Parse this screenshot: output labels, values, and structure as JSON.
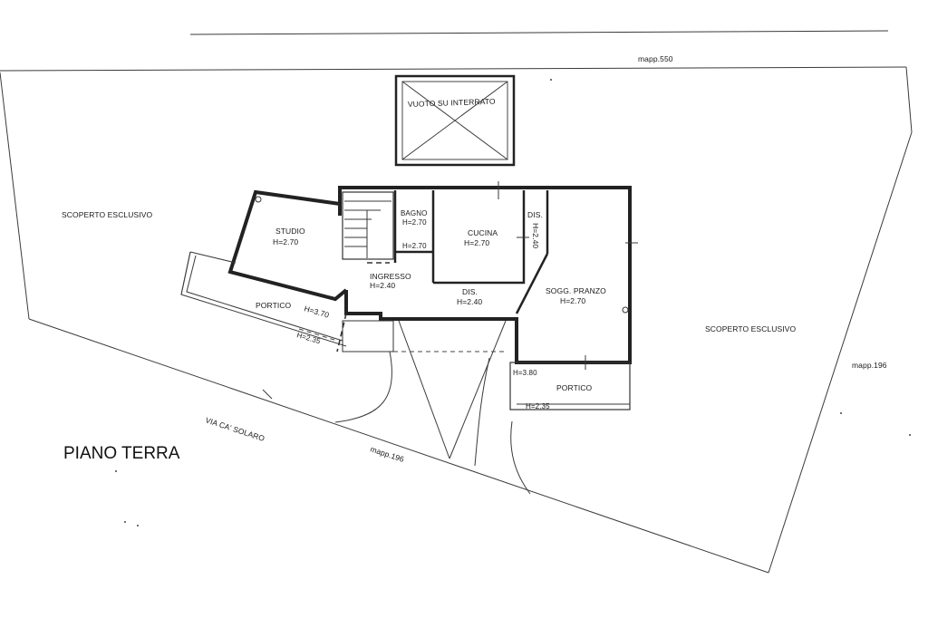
{
  "plan": {
    "title": "PIANO TERRA",
    "mapp_north": "mapp.550",
    "mapp_east": "mapp.196",
    "mapp_south": "mapp.196",
    "street": "VIA CA' SOLARO",
    "void": "VUOTO SU INTERRATO",
    "yard_left": "SCOPERTO ESCLUSIVO",
    "yard_right": "SCOPERTO ESCLUSIVO"
  },
  "rooms": {
    "studio": {
      "name": "STUDIO",
      "height": "H=2.70"
    },
    "bagno": {
      "name": "BAGNO",
      "height": "H=2.70",
      "height2": "H=2.70"
    },
    "cucina": {
      "name": "CUCINA",
      "height": "H=2.70"
    },
    "dis_small": {
      "name": "DIS.",
      "height": "H=2.40"
    },
    "ingresso": {
      "name": "INGRESSO",
      "height": "H=2.40"
    },
    "dis_main": {
      "name": "DIS.",
      "height": "H=2.40"
    },
    "soggiorno": {
      "name": "SOGG. PRANZO",
      "height": "H=2.70"
    },
    "portico_left": {
      "name": "PORTICO",
      "height": "H=3.70",
      "height2": "H=2.35"
    },
    "portico_right": {
      "name": "PORTICO",
      "height": "H=3.80",
      "height2": "H=2.35"
    }
  }
}
